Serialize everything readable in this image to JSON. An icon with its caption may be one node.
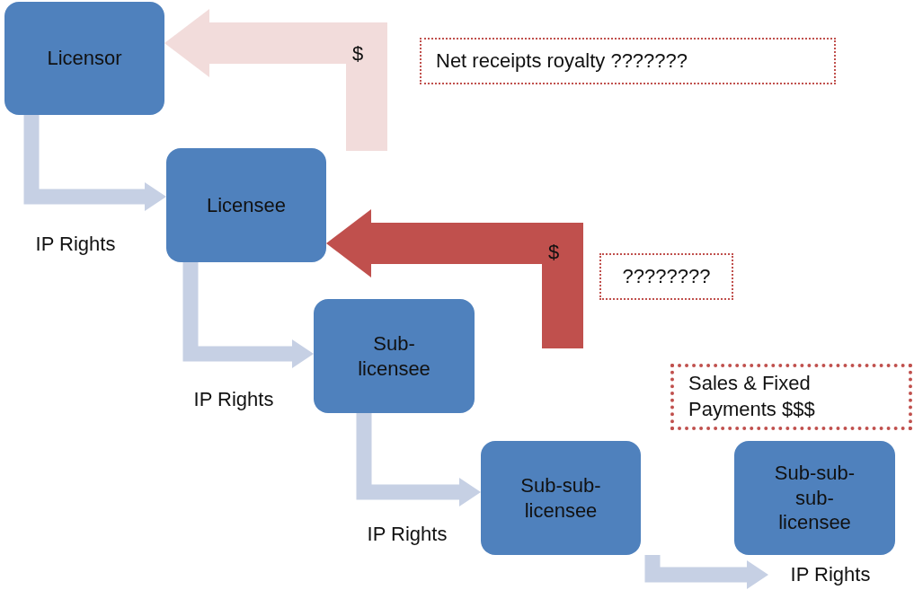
{
  "diagram": {
    "nodes": [
      {
        "text": [
          "Licensor"
        ]
      },
      {
        "text": [
          "Licensee"
        ]
      },
      {
        "text": [
          "Sub-licensee"
        ]
      },
      {
        "text": [
          "Sub-sub-licensee"
        ]
      },
      {
        "text": [
          "Sub-sub-sub-licensee"
        ]
      },
      {
        "text": [
          "Net receipts royalty ???????"
        ]
      },
      {
        "text": [
          "????????"
        ]
      },
      {
        "text": [
          "Sales & Fixed Payments $$$"
        ]
      }
    ],
    "edges": [
      {
        "from": 0,
        "to": 1,
        "arrow": "to",
        "label": "IP Rights"
      },
      {
        "from": 1,
        "to": 2,
        "arrow": "to",
        "label": "IP Rights"
      },
      {
        "from": 2,
        "to": 3,
        "arrow": "to",
        "label": "IP Rights"
      },
      {
        "from": 3,
        "to": 4,
        "arrow": "to",
        "label": "IP Rights"
      },
      {
        "from": null,
        "to": 0,
        "arrow": "to",
        "label": "$",
        "style": "thick",
        "color": "#f2dcdb"
      },
      {
        "from": null,
        "to": 1,
        "arrow": "to",
        "label": "$",
        "style": "thick",
        "color": "#c0504d"
      }
    ]
  }
}
